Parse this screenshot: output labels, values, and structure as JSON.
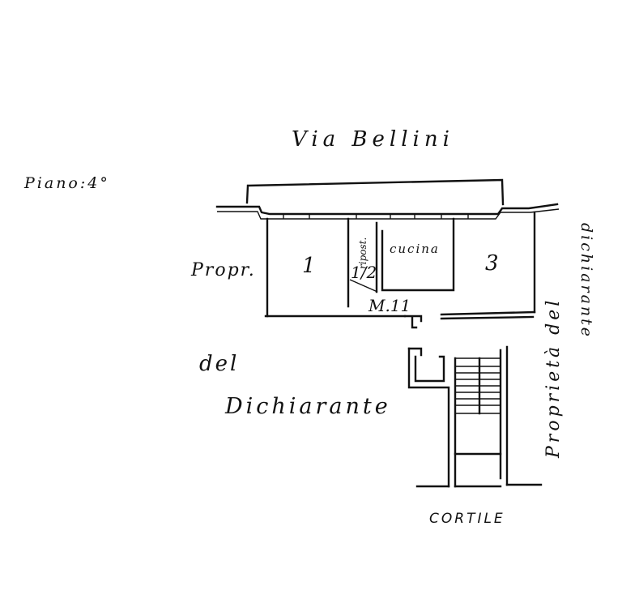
{
  "labels": {
    "street": "Via Bellini",
    "floor": "Piano:4°",
    "left_owner_1": "Propr.",
    "left_owner_2": "del",
    "left_owner_3": "Dichiarante",
    "right_owner_1": "Proprietà del",
    "right_owner_2": "dichiarante",
    "courtyard": "CORTILE",
    "map_sheet": "M.11"
  },
  "rooms": [
    {
      "id": "room-1",
      "label": "1"
    },
    {
      "id": "room-2",
      "label": "1/2"
    },
    {
      "id": "room-ripostiglio",
      "label": "ripost."
    },
    {
      "id": "room-cucina",
      "label": "cucina"
    },
    {
      "id": "room-3",
      "label": "3"
    }
  ]
}
